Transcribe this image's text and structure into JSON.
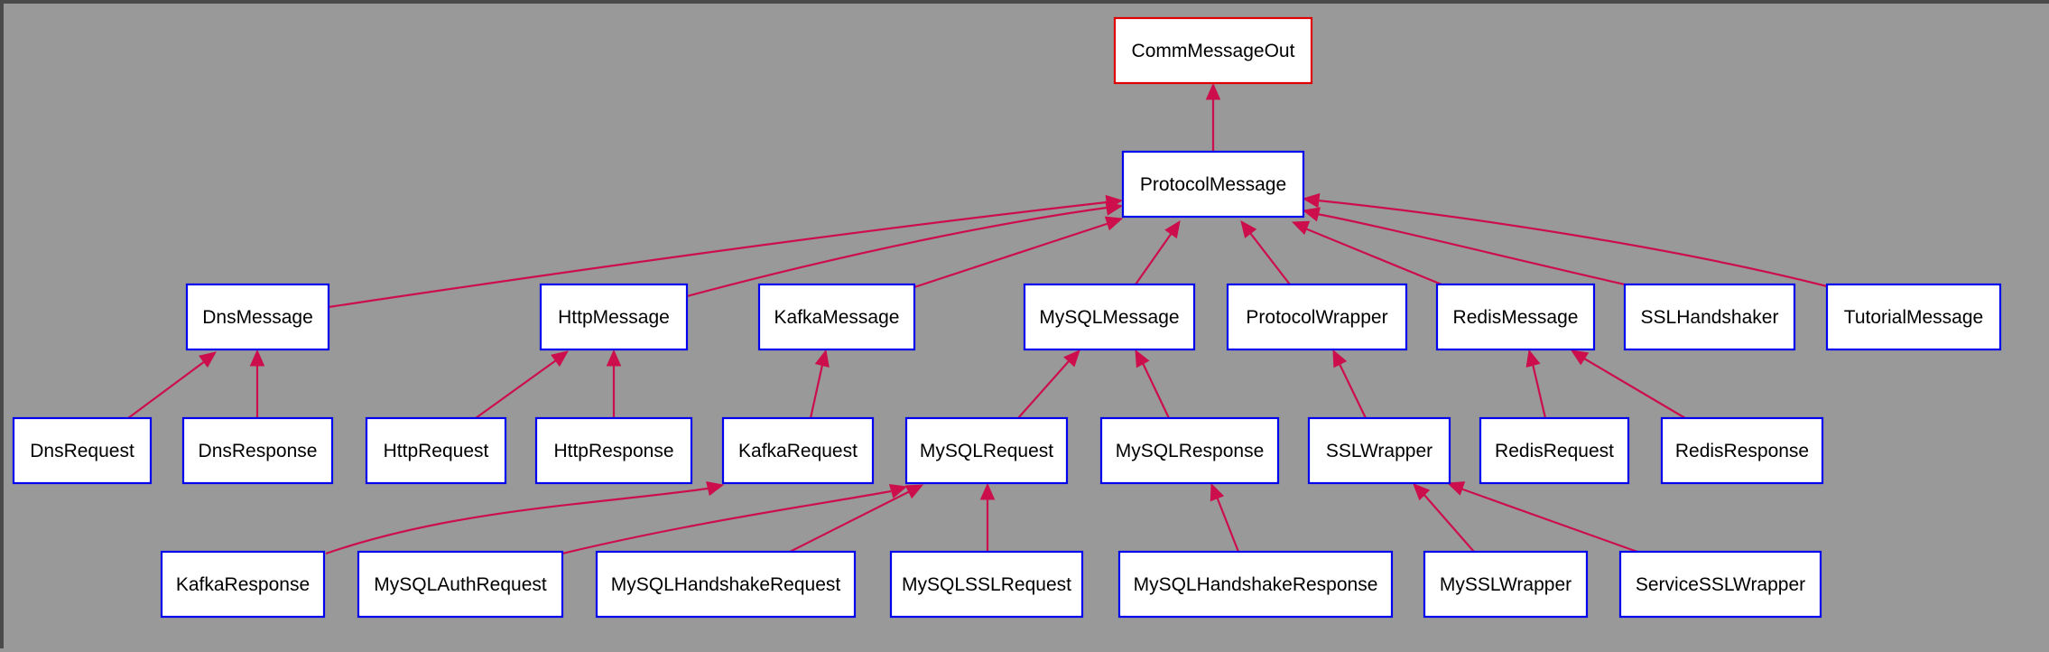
{
  "diagram": {
    "type": "class-hierarchy",
    "colors": {
      "background": "#999999",
      "window_border": "#4a4a4a",
      "node_fill": "#ffffff",
      "node_border": "#0000ee",
      "root_border": "#e00000",
      "edge": "#cc0e4c"
    },
    "nodes": [
      {
        "id": "CommMessageOut",
        "label": "CommMessageOut",
        "root": true
      },
      {
        "id": "ProtocolMessage",
        "label": "ProtocolMessage"
      },
      {
        "id": "DnsMessage",
        "label": "DnsMessage"
      },
      {
        "id": "HttpMessage",
        "label": "HttpMessage"
      },
      {
        "id": "KafkaMessage",
        "label": "KafkaMessage"
      },
      {
        "id": "MySQLMessage",
        "label": "MySQLMessage"
      },
      {
        "id": "ProtocolWrapper",
        "label": "ProtocolWrapper"
      },
      {
        "id": "RedisMessage",
        "label": "RedisMessage"
      },
      {
        "id": "SSLHandshaker",
        "label": "SSLHandshaker"
      },
      {
        "id": "TutorialMessage",
        "label": "TutorialMessage"
      },
      {
        "id": "DnsRequest",
        "label": "DnsRequest"
      },
      {
        "id": "DnsResponse",
        "label": "DnsResponse"
      },
      {
        "id": "HttpRequest",
        "label": "HttpRequest"
      },
      {
        "id": "HttpResponse",
        "label": "HttpResponse"
      },
      {
        "id": "KafkaRequest",
        "label": "KafkaRequest"
      },
      {
        "id": "MySQLRequest",
        "label": "MySQLRequest"
      },
      {
        "id": "MySQLResponse",
        "label": "MySQLResponse"
      },
      {
        "id": "SSLWrapper",
        "label": "SSLWrapper"
      },
      {
        "id": "RedisRequest",
        "label": "RedisRequest"
      },
      {
        "id": "RedisResponse",
        "label": "RedisResponse"
      },
      {
        "id": "KafkaResponse",
        "label": "KafkaResponse"
      },
      {
        "id": "MySQLAuthRequest",
        "label": "MySQLAuthRequest"
      },
      {
        "id": "MySQLHandshakeRequest",
        "label": "MySQLHandshakeRequest"
      },
      {
        "id": "MySQLSSLRequest",
        "label": "MySQLSSLRequest"
      },
      {
        "id": "MySQLHandshakeResponse",
        "label": "MySQLHandshakeResponse"
      },
      {
        "id": "MySSLWrapper",
        "label": "MySSLWrapper"
      },
      {
        "id": "ServiceSSLWrapper",
        "label": "ServiceSSLWrapper"
      }
    ],
    "edges": [
      {
        "child": "ProtocolMessage",
        "parent": "CommMessageOut"
      },
      {
        "child": "DnsMessage",
        "parent": "ProtocolMessage"
      },
      {
        "child": "HttpMessage",
        "parent": "ProtocolMessage"
      },
      {
        "child": "KafkaMessage",
        "parent": "ProtocolMessage"
      },
      {
        "child": "MySQLMessage",
        "parent": "ProtocolMessage"
      },
      {
        "child": "ProtocolWrapper",
        "parent": "ProtocolMessage"
      },
      {
        "child": "RedisMessage",
        "parent": "ProtocolMessage"
      },
      {
        "child": "SSLHandshaker",
        "parent": "ProtocolMessage"
      },
      {
        "child": "TutorialMessage",
        "parent": "ProtocolMessage"
      },
      {
        "child": "DnsRequest",
        "parent": "DnsMessage"
      },
      {
        "child": "DnsResponse",
        "parent": "DnsMessage"
      },
      {
        "child": "HttpRequest",
        "parent": "HttpMessage"
      },
      {
        "child": "HttpResponse",
        "parent": "HttpMessage"
      },
      {
        "child": "KafkaRequest",
        "parent": "KafkaMessage"
      },
      {
        "child": "MySQLRequest",
        "parent": "MySQLMessage"
      },
      {
        "child": "MySQLResponse",
        "parent": "MySQLMessage"
      },
      {
        "child": "SSLWrapper",
        "parent": "ProtocolWrapper"
      },
      {
        "child": "RedisRequest",
        "parent": "RedisMessage"
      },
      {
        "child": "RedisResponse",
        "parent": "RedisMessage"
      },
      {
        "child": "KafkaResponse",
        "parent": "KafkaRequest"
      },
      {
        "child": "MySQLAuthRequest",
        "parent": "MySQLRequest"
      },
      {
        "child": "MySQLHandshakeRequest",
        "parent": "MySQLRequest"
      },
      {
        "child": "MySQLSSLRequest",
        "parent": "MySQLRequest"
      },
      {
        "child": "MySQLHandshakeResponse",
        "parent": "MySQLResponse"
      },
      {
        "child": "MySSLWrapper",
        "parent": "SSLWrapper"
      },
      {
        "child": "ServiceSSLWrapper",
        "parent": "SSLWrapper"
      }
    ]
  }
}
